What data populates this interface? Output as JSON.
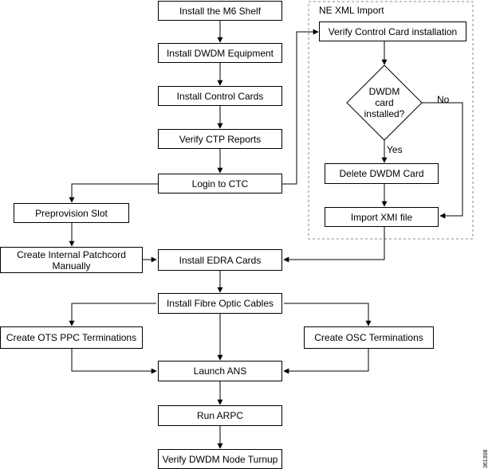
{
  "nodes": {
    "install_m6_shelf": "Install the M6 Shelf",
    "install_dwdm_equipment": "Install DWDM Equipment",
    "install_control_cards": "Install Control Cards",
    "verify_ctp_reports": "Verify CTP Reports",
    "login_ctc": "Login to CTC",
    "preprovision_slot": "Preprovision Slot",
    "create_internal_patchcord": "Create Internal Patchcord\nManually",
    "install_edra_cards": "Install EDRA Cards",
    "install_fibre_cables": "Install Fibre Optic Cables",
    "create_ots_ppc": "Create OTS PPC Terminations",
    "create_osc": "Create OSC Terminations",
    "launch_ans": "Launch ANS",
    "run_arpc": "Run ARPC",
    "verify_dwdm_turnup": "Verify DWDM Node Turnup",
    "verify_control_card": "Verify Control Card installation",
    "decision_dwdm_card": "DWDM\ncard\ninstalled?",
    "delete_dwdm_card": "Delete DWDM Card",
    "import_xmi": "Import XMI file"
  },
  "group_title": "NE XML Import",
  "edge_labels": {
    "no": "No",
    "yes": "Yes"
  },
  "figure_id": "361308",
  "colors": {
    "stroke": "#000000",
    "group_border": "#888888",
    "background": "#ffffff"
  }
}
